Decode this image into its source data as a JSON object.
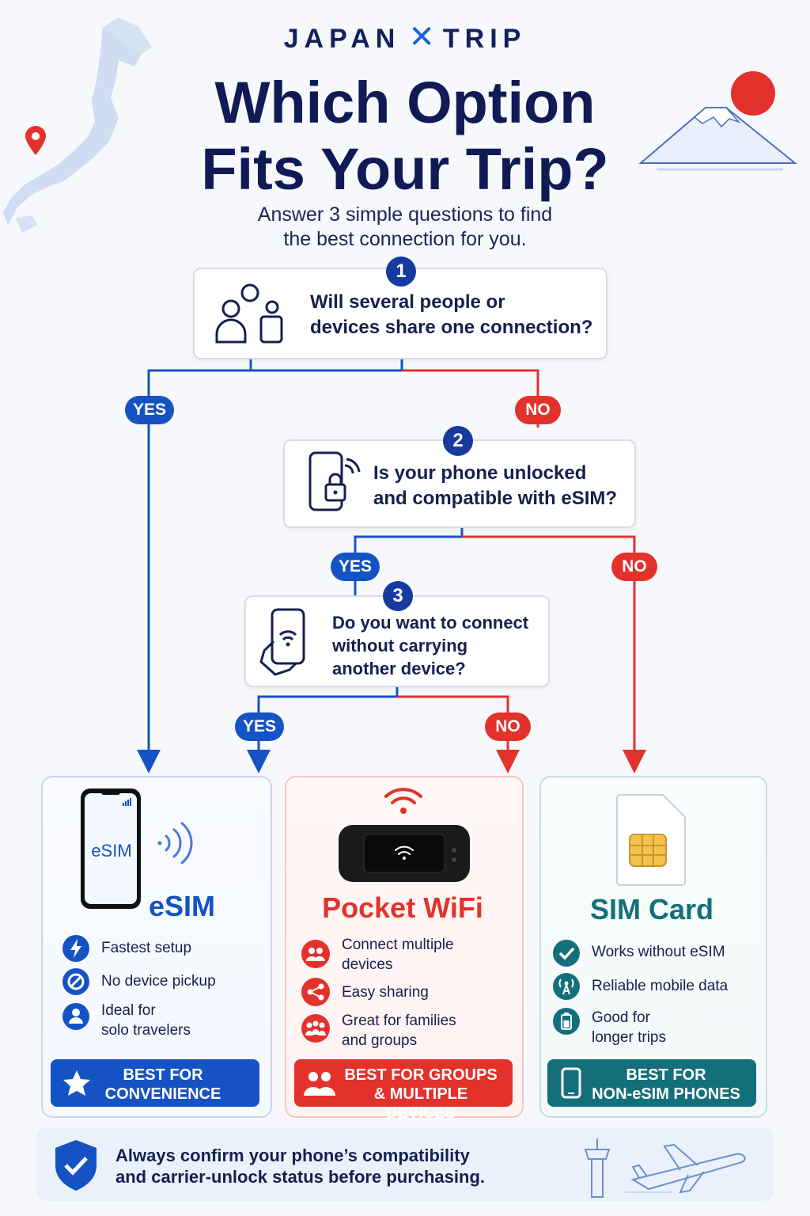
{
  "header": {
    "brand_left": "JAPAN",
    "brand_right": "TRIP",
    "title_line1": "Which Option",
    "title_line2": "Fits Your Trip?",
    "subtitle_line1": "Answer 3 simple questions to find",
    "subtitle_line2": "the best connection for you."
  },
  "questions": [
    {
      "number": "1",
      "line1": "Will several people or",
      "line2": "devices share one connection?",
      "icon": "people-devices-icon"
    },
    {
      "number": "2",
      "line1": "Is your phone unlocked",
      "line2": "and compatible with eSIM?",
      "icon": "locked-phone-icon"
    },
    {
      "number": "3",
      "line1": "Do you want to connect",
      "line2": "without carrying",
      "line3": "another device?",
      "icon": "hand-phone-wifi-icon"
    }
  ],
  "answers": {
    "yes": "YES",
    "no": "NO"
  },
  "cards": [
    {
      "name": "eSIM",
      "phone_label": "eSIM",
      "accent": "#1553c4",
      "features": [
        {
          "icon": "lightning-icon",
          "line1": "Fastest setup",
          "line2": ""
        },
        {
          "icon": "no-pickup-icon",
          "line1": "No device pickup",
          "line2": ""
        },
        {
          "icon": "person-icon",
          "line1": "Ideal for",
          "line2": "solo travelers"
        }
      ],
      "banner_icon": "star-icon",
      "banner_line1": "BEST FOR",
      "banner_line2": "CONVENIENCE"
    },
    {
      "name": "Pocket WiFi",
      "accent": "#e3322b",
      "features": [
        {
          "icon": "group-icon",
          "line1": "Connect multiple",
          "line2": "devices"
        },
        {
          "icon": "share-icon",
          "line1": "Easy sharing",
          "line2": ""
        },
        {
          "icon": "family-icon",
          "line1": "Great for families",
          "line2": "and groups"
        }
      ],
      "banner_icon": "people-icon",
      "banner_line1": "BEST FOR GROUPS",
      "banner_line2": "& MULTIPLE DEVICES"
    },
    {
      "name": "SIM Card",
      "accent": "#13707a",
      "features": [
        {
          "icon": "check-icon",
          "line1": "Works without eSIM",
          "line2": ""
        },
        {
          "icon": "antenna-icon",
          "line1": "Reliable mobile data",
          "line2": ""
        },
        {
          "icon": "battery-icon",
          "line1": "Good for",
          "line2": "longer trips"
        }
      ],
      "banner_icon": "phone-icon",
      "banner_line1": "BEST FOR",
      "banner_line2": "NON-eSIM PHONES"
    }
  ],
  "footer": {
    "line1": "Always confirm your phone’s compatibility",
    "line2": "and carrier-unlock status before purchasing."
  },
  "colors": {
    "navy": "#101a55",
    "blue": "#1553c4",
    "red": "#e3322b",
    "teal": "#13707a"
  }
}
